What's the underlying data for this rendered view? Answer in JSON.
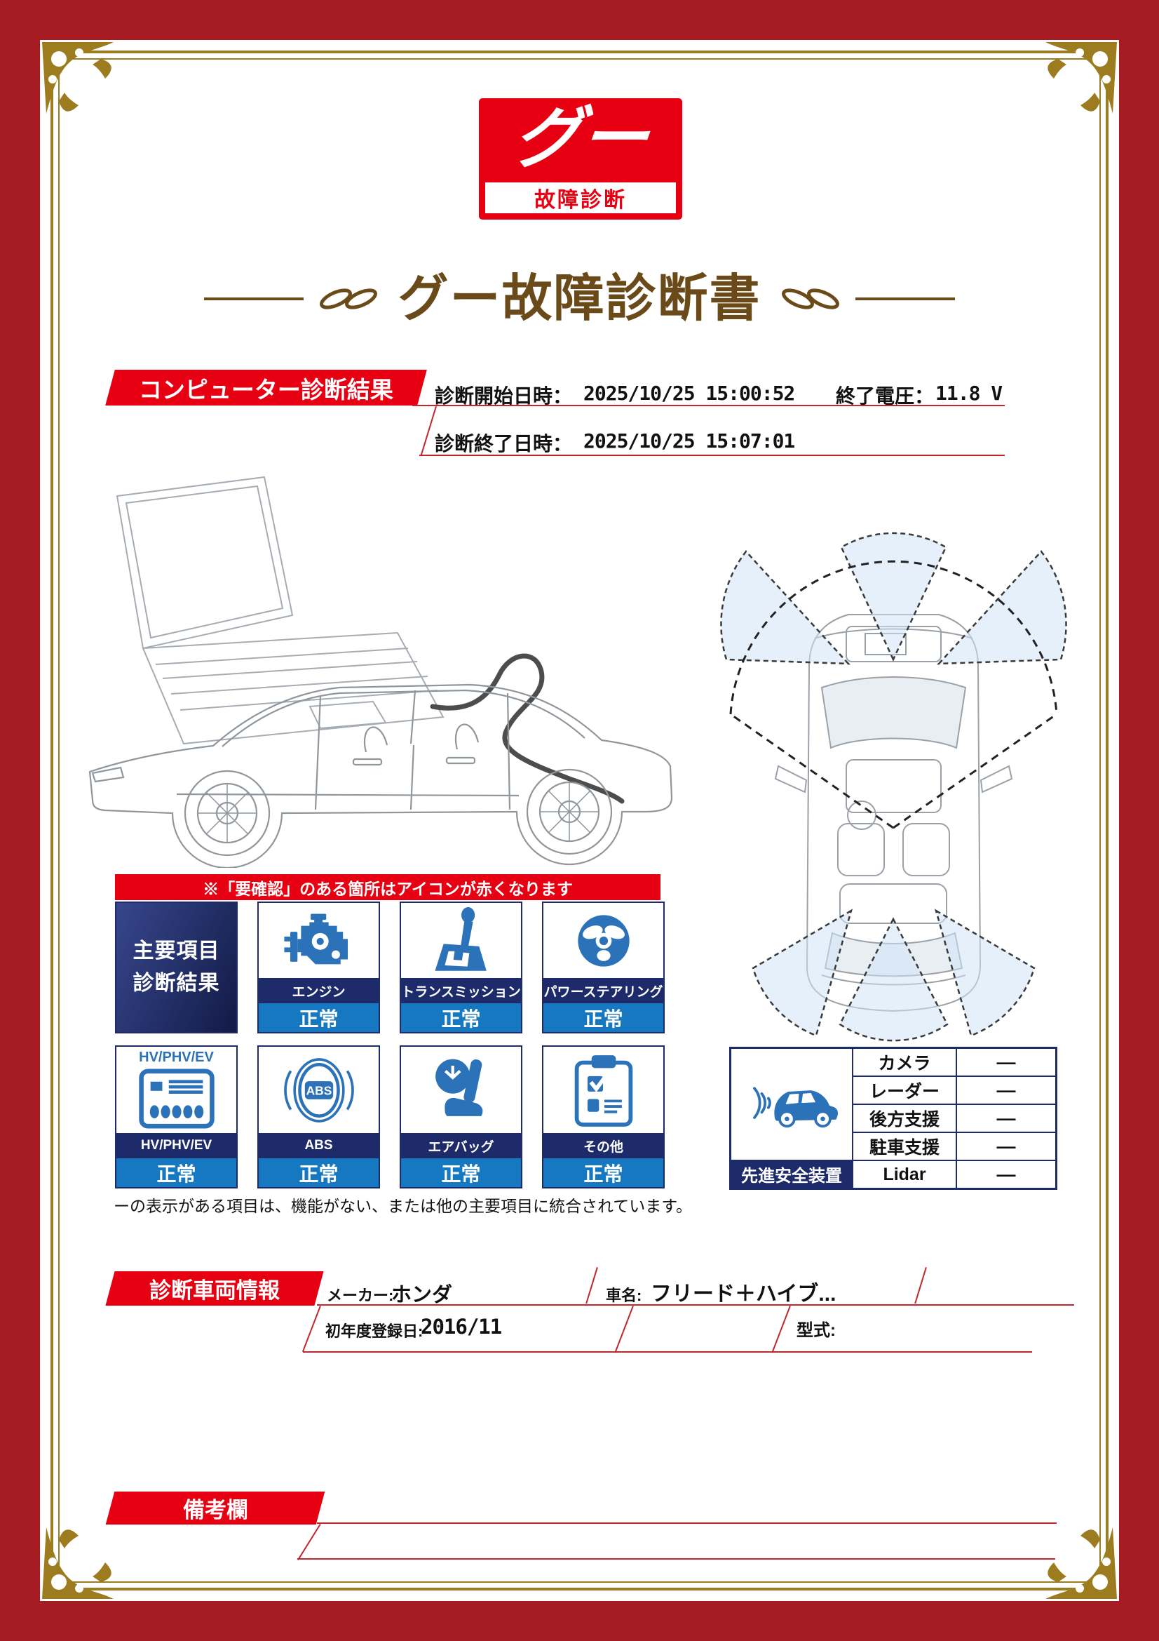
{
  "colors": {
    "brand_red": "#e60012",
    "frame_red": "#a61b22",
    "navy": "#1e2b6b",
    "status_blue": "#1778c2",
    "icon_blue": "#2b72b8",
    "gold": "#9c7c1e",
    "title_brown": "#6b4a1a"
  },
  "logo": {
    "main": "グー",
    "sub": "故障診断"
  },
  "title": "グー故障診断書",
  "diag": {
    "banner": "コンピューター診断結果",
    "start_label": "診断開始日時：",
    "start_value": "2025/10/25 15:00:52",
    "volt_label": "終了電圧：",
    "volt_value": "11.8 V",
    "end_label": "診断終了日時：",
    "end_value": "2025/10/25 15:07:01"
  },
  "notice": "※「要確認」のある箇所はアイコンが赤くなります",
  "grid": {
    "header_line1": "主要項目",
    "header_line2": "診断結果",
    "items": [
      {
        "label": "エンジン",
        "status": "正常"
      },
      {
        "label": "トランスミッション",
        "status": "正常"
      },
      {
        "label": "パワーステアリング",
        "status": "正常"
      },
      {
        "label": "HV/PHV/EV",
        "status": "正常",
        "caption": "HV/PHV/EV"
      },
      {
        "label": "ABS",
        "status": "正常",
        "icon_text": "ABS"
      },
      {
        "label": "エアバッグ",
        "status": "正常"
      },
      {
        "label": "その他",
        "status": "正常"
      }
    ],
    "footnote": "ーの表示がある項目は、機能がない、または他の主要項目に統合されています。"
  },
  "safety": {
    "caption": "先進安全装置",
    "rows": [
      {
        "label": "カメラ",
        "value": "—"
      },
      {
        "label": "レーダー",
        "value": "—"
      },
      {
        "label": "後方支援",
        "value": "—"
      },
      {
        "label": "駐車支援",
        "value": "—"
      },
      {
        "label": "Lidar",
        "value": "—"
      }
    ]
  },
  "vehicle": {
    "banner": "診断車両情報",
    "maker_label": "メーカー:",
    "maker_value": "ホンダ",
    "name_label": "車名:",
    "name_value": "フリード＋ハイブ...",
    "reg_label": "初年度登録日:",
    "reg_value": "2016/11",
    "model_label": "型式:",
    "model_value": ""
  },
  "remarks": {
    "banner": "備考欄"
  }
}
